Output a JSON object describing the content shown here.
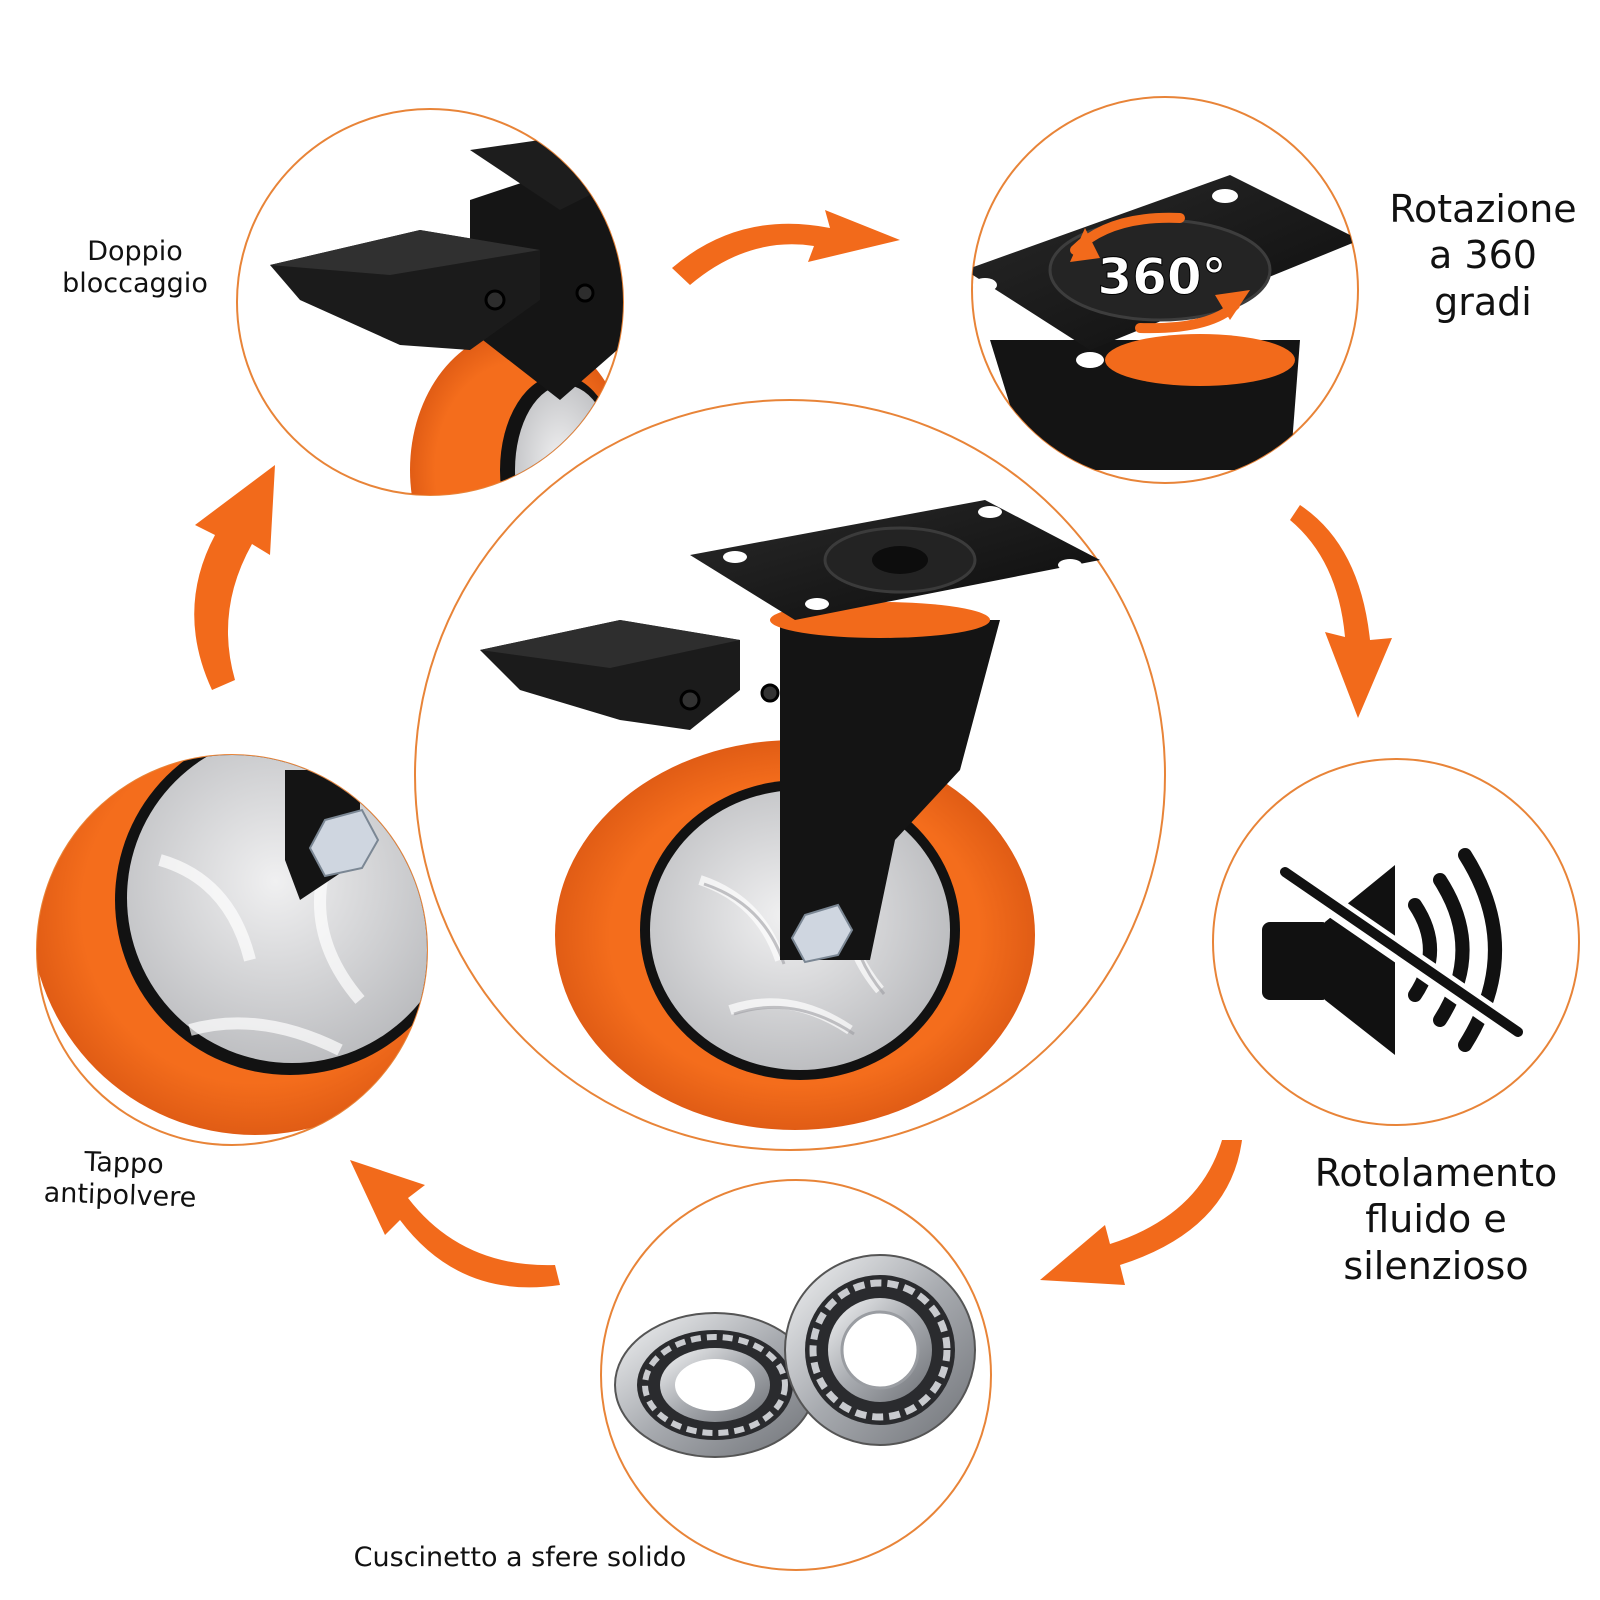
{
  "colors": {
    "accent": "#f26a1b",
    "ring": "#e88438",
    "dark": "#151515",
    "silver": "#d6d7d9",
    "background": "#ffffff"
  },
  "icons": {
    "center": "caster-wheel-with-brake",
    "top_left": "double-lock-brake",
    "top_right": "swivel-plate-360",
    "right": "mute-speaker-icon",
    "bottom": "ball-bearing-pair",
    "left": "dust-cap-wheel-closeup",
    "arrows": "curved-orange-arrow"
  },
  "badge_360": "360°",
  "features": {
    "doppio": {
      "lines": [
        "Doppio",
        "bloccaggio"
      ]
    },
    "rotazione": {
      "lines": [
        "Rotazione",
        "a 360",
        "gradi"
      ]
    },
    "rotolamento": {
      "lines": [
        "Rotolamento",
        "fluido e",
        "silenzioso"
      ]
    },
    "tappo": {
      "lines": [
        "Tappo",
        "antipolvere"
      ]
    },
    "cuscinetto": {
      "text": "Cuscinetto a sfere solido"
    }
  }
}
